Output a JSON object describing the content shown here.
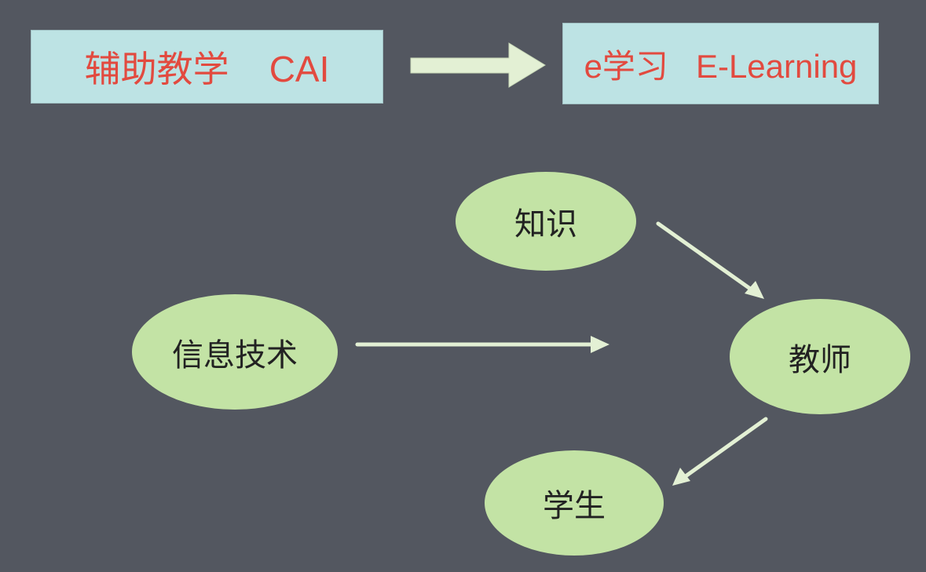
{
  "top_row": {
    "left_box": {
      "text": "辅助教学    CAI"
    },
    "right_box": {
      "text": "e学习   E-Learning"
    }
  },
  "nodes": {
    "knowledge": "知识",
    "info_tech": "信息技术",
    "teacher": "教师",
    "student": "学生"
  },
  "colors": {
    "background": "#535760",
    "box_fill": "#bde3e4",
    "box_text": "#e24a3f",
    "node_fill": "#c3e3a5",
    "arrow": "#e3f0d4"
  }
}
